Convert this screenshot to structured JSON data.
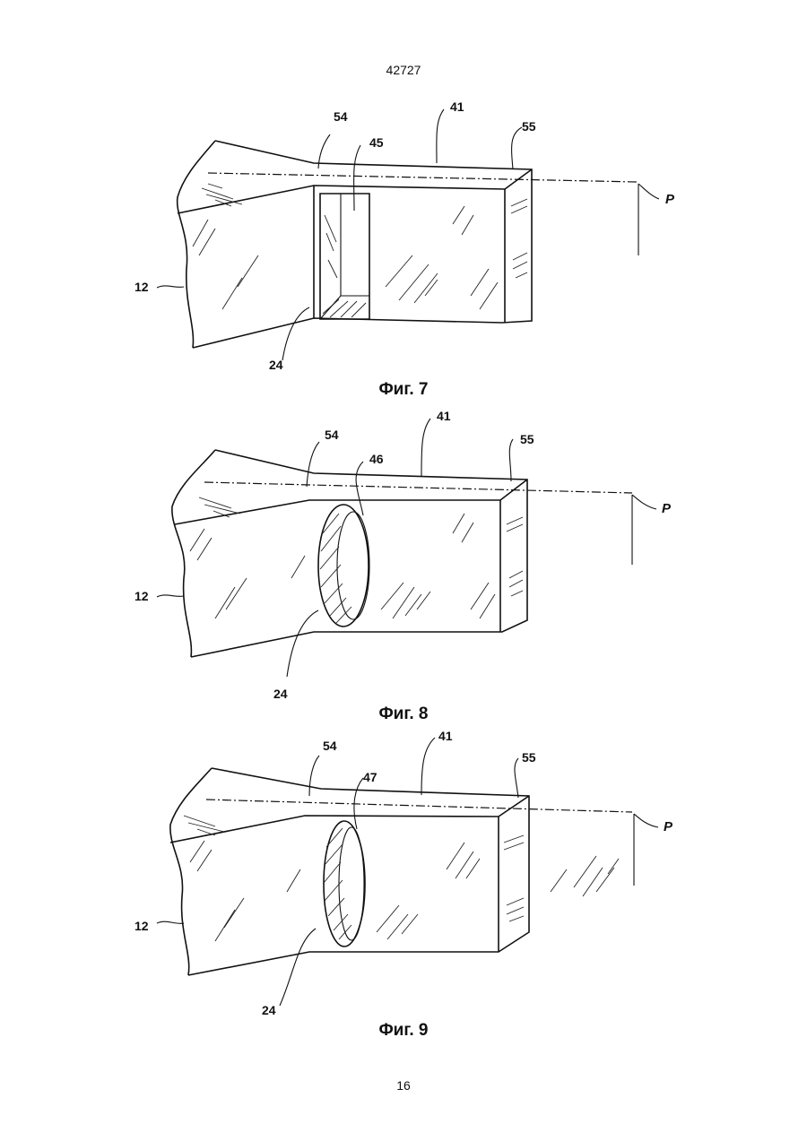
{
  "page": {
    "header_number": "42727",
    "page_number": "16"
  },
  "figures": [
    {
      "caption": "Фиг. 7",
      "labels": {
        "a": "54",
        "b": "41",
        "c": "55",
        "d": "45",
        "p": "P",
        "left": "12",
        "bottom": "24"
      },
      "opening": "rectangular-slot"
    },
    {
      "caption": "Фиг. 8",
      "labels": {
        "a": "54",
        "b": "41",
        "c": "55",
        "d": "46",
        "p": "P",
        "left": "12",
        "bottom": "24"
      },
      "opening": "round-hole"
    },
    {
      "caption": "Фиг. 9",
      "labels": {
        "a": "54",
        "b": "41",
        "c": "55",
        "d": "47",
        "p": "P",
        "left": "12",
        "bottom": "24"
      },
      "opening": "oval-hole"
    }
  ]
}
